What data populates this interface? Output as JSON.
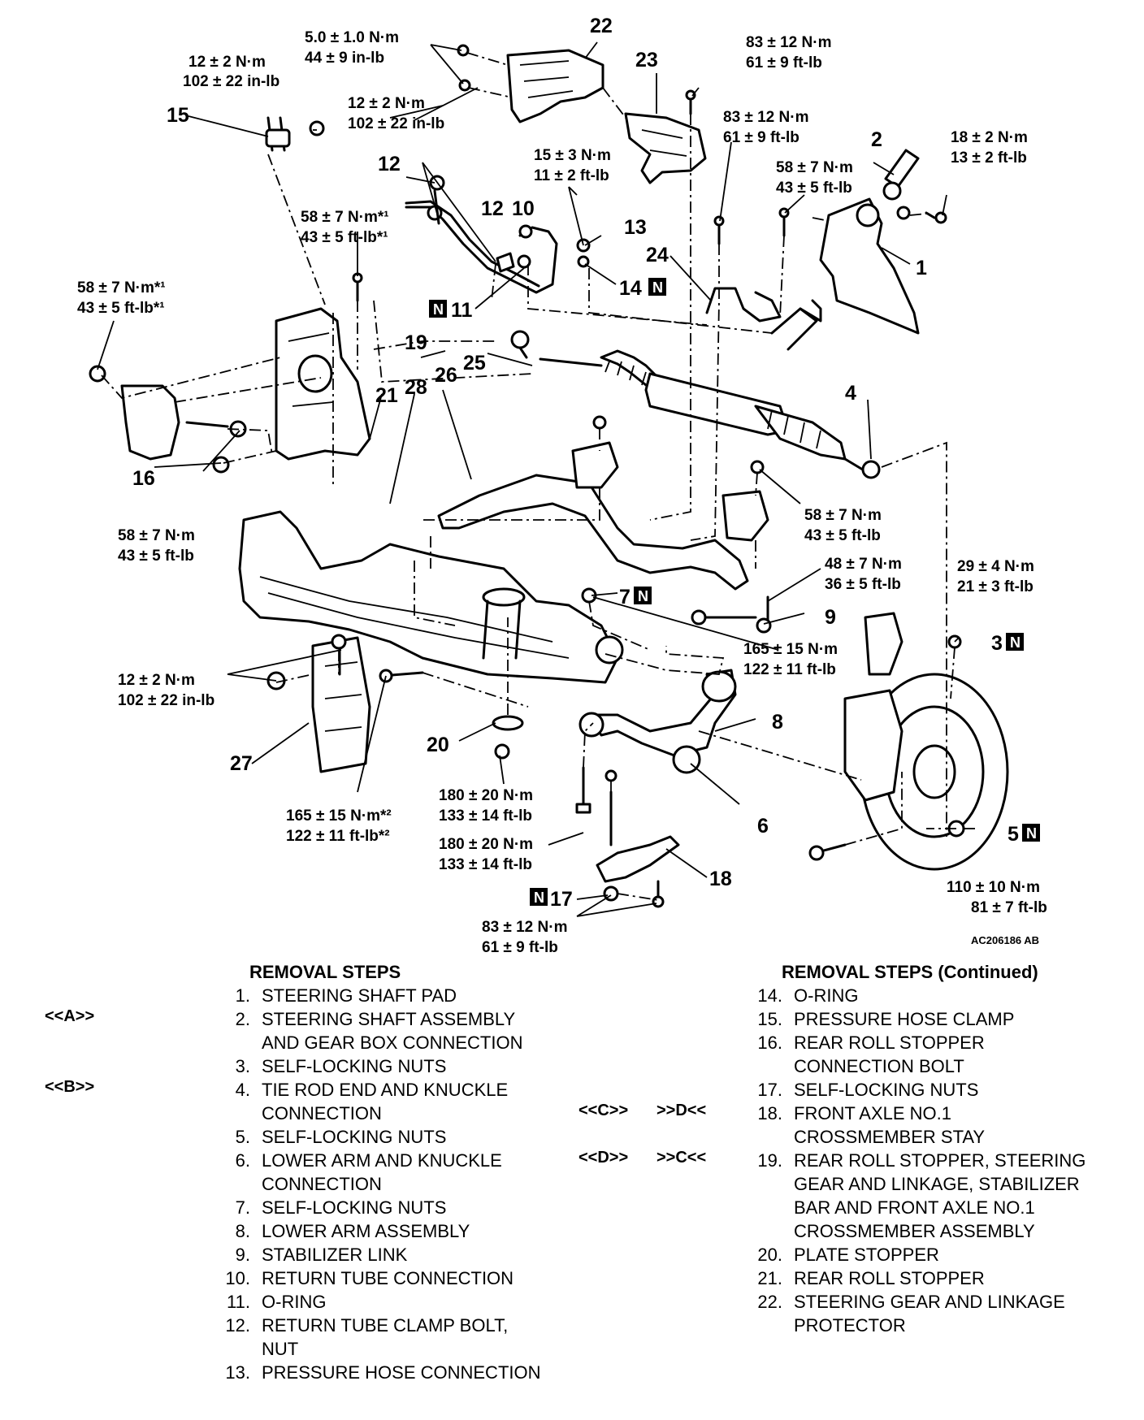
{
  "figure_code": "AC206186 AB",
  "torque_specs": {
    "t_5_0_nm": "5.0 ± 1.0 N·m",
    "t_44_inlb": "44 ± 9 in-lb",
    "t_12_nm_a": "12 ± 2 N·m",
    "t_102_inlb_a": "102 ± 22 in-lb",
    "t_12_nm_b": "12 ± 2 N·m",
    "t_102_inlb_b": "102 ± 22 in-lb",
    "t_83_nm_a": "83 ± 12 N·m",
    "t_61_ftlb_a": "61 ± 9 ft-lb",
    "t_83_nm_b": "83 ± 12 N·m",
    "t_61_ftlb_b": "61 ± 9 ft-lb",
    "t_15_nm": "15 ± 3 N·m",
    "t_11_ftlb": "11 ± 2 ft-lb",
    "t_18_nm": "18 ± 2 N·m",
    "t_13_ftlb": "13 ± 2 ft-lb",
    "t_58_nm_a": "58 ± 7 N·m",
    "t_43_ftlb_a": "43 ± 5 ft-lb",
    "t_58_nm_s1a": "58 ± 7 N·m*¹",
    "t_43_ftlb_s1a": "43 ± 5 ft-lb*¹",
    "t_58_nm_s1b": "58 ± 7 N·m*¹",
    "t_43_ftlb_s1b": "43 ± 5 ft-lb*¹",
    "t_58_nm_c": "58 ± 7 N·m",
    "t_43_ftlb_c": "43 ± 5 ft-lb",
    "t_58_nm_d": "58 ± 7 N·m",
    "t_43_ftlb_d": "43 ± 5 ft-lb",
    "t_48_nm": "48 ± 7 N·m",
    "t_36_ftlb": "36 ± 5 ft-lb",
    "t_29_nm": "29 ± 4 N·m",
    "t_21_ftlb": "21 ± 3 ft-lb",
    "t_165_nm": "165 ± 15 N·m",
    "t_122_ftlb": "122 ± 11 ft-lb",
    "t_12_nm_c": "12 ± 2 N·m",
    "t_102_inlb_c": "102 ± 22 in-lb",
    "t_165_nm_s2": "165 ± 15 N·m*²",
    "t_122_ftlb_s2": "122 ± 11 ft-lb*²",
    "t_180_nm_a": "180 ± 20 N·m",
    "t_133_ftlb_a": "133 ± 14 ft-lb",
    "t_180_nm_b": "180 ± 20 N·m",
    "t_133_ftlb_b": "133 ± 14 ft-lb",
    "t_110_nm": "110 ± 10 N·m",
    "t_81_ftlb": "81 ± 7 ft-lb",
    "t_83_nm_c": "83 ± 12 N·m",
    "t_61_ftlb_c": "61 ± 9 ft-lb"
  },
  "callouts": {
    "c1": "1",
    "c2": "2",
    "c3": "3",
    "c4": "4",
    "c5": "5",
    "c6": "6",
    "c7": "7",
    "c8": "8",
    "c9": "9",
    "c10": "10",
    "c11": "11",
    "c12a": "12",
    "c12b": "12",
    "c13": "13",
    "c14": "14",
    "c15": "15",
    "c16": "16",
    "c17": "17",
    "c18": "18",
    "c19": "19",
    "c20": "20",
    "c21": "21",
    "c22": "22",
    "c23": "23",
    "c24": "24",
    "c25": "25",
    "c26": "26",
    "c27": "27",
    "c28": "28",
    "n_badge": "N"
  },
  "left_column": {
    "heading": "REMOVAL STEPS",
    "steps": [
      {
        "n": "1.",
        "t": "STEERING SHAFT PAD"
      },
      {
        "n": "2.",
        "t": "STEERING SHAFT ASSEMBLY AND GEAR BOX CONNECTION"
      },
      {
        "n": "3.",
        "t": "SELF-LOCKING NUTS"
      },
      {
        "n": "4.",
        "t": "TIE ROD END AND KNUCKLE CONNECTION"
      },
      {
        "n": "5.",
        "t": "SELF-LOCKING NUTS"
      },
      {
        "n": "6.",
        "t": "LOWER ARM AND KNUCKLE CONNECTION"
      },
      {
        "n": "7.",
        "t": "SELF-LOCKING NUTS"
      },
      {
        "n": "8.",
        "t": "LOWER ARM ASSEMBLY"
      },
      {
        "n": "9.",
        "t": "STABILIZER LINK"
      },
      {
        "n": "10.",
        "t": "RETURN TUBE CONNECTION"
      },
      {
        "n": "11.",
        "t": "O-RING"
      },
      {
        "n": "12.",
        "t": "RETURN TUBE CLAMP BOLT, NUT"
      },
      {
        "n": "13.",
        "t": "PRESSURE HOSE CONNECTION"
      }
    ],
    "marks": {
      "a": "<<A>>",
      "b": "<<B>>"
    }
  },
  "right_column": {
    "heading": "REMOVAL STEPS (Continued)",
    "steps": [
      {
        "n": "14.",
        "t": "O-RING"
      },
      {
        "n": "15.",
        "t": "PRESSURE HOSE CLAMP"
      },
      {
        "n": "16.",
        "t": "REAR ROLL STOPPER CONNECTION BOLT"
      },
      {
        "n": "17.",
        "t": "SELF-LOCKING NUTS"
      },
      {
        "n": "18.",
        "t": "FRONT AXLE NO.1 CROSSMEMBER STAY"
      },
      {
        "n": "19.",
        "t": "REAR ROLL STOPPER, STEERING GEAR AND LINKAGE, STABILIZER BAR AND FRONT AXLE NO.1 CROSSMEMBER ASSEMBLY"
      },
      {
        "n": "20.",
        "t": "PLATE STOPPER"
      },
      {
        "n": "21.",
        "t": "REAR ROLL STOPPER"
      },
      {
        "n": "22.",
        "t": "STEERING GEAR AND LINKAGE PROTECTOR"
      }
    ],
    "marks": {
      "c_left": "<<C>>",
      "d_right": ">>D<<",
      "d_left": "<<D>>",
      "c_right": ">>C<<"
    }
  }
}
